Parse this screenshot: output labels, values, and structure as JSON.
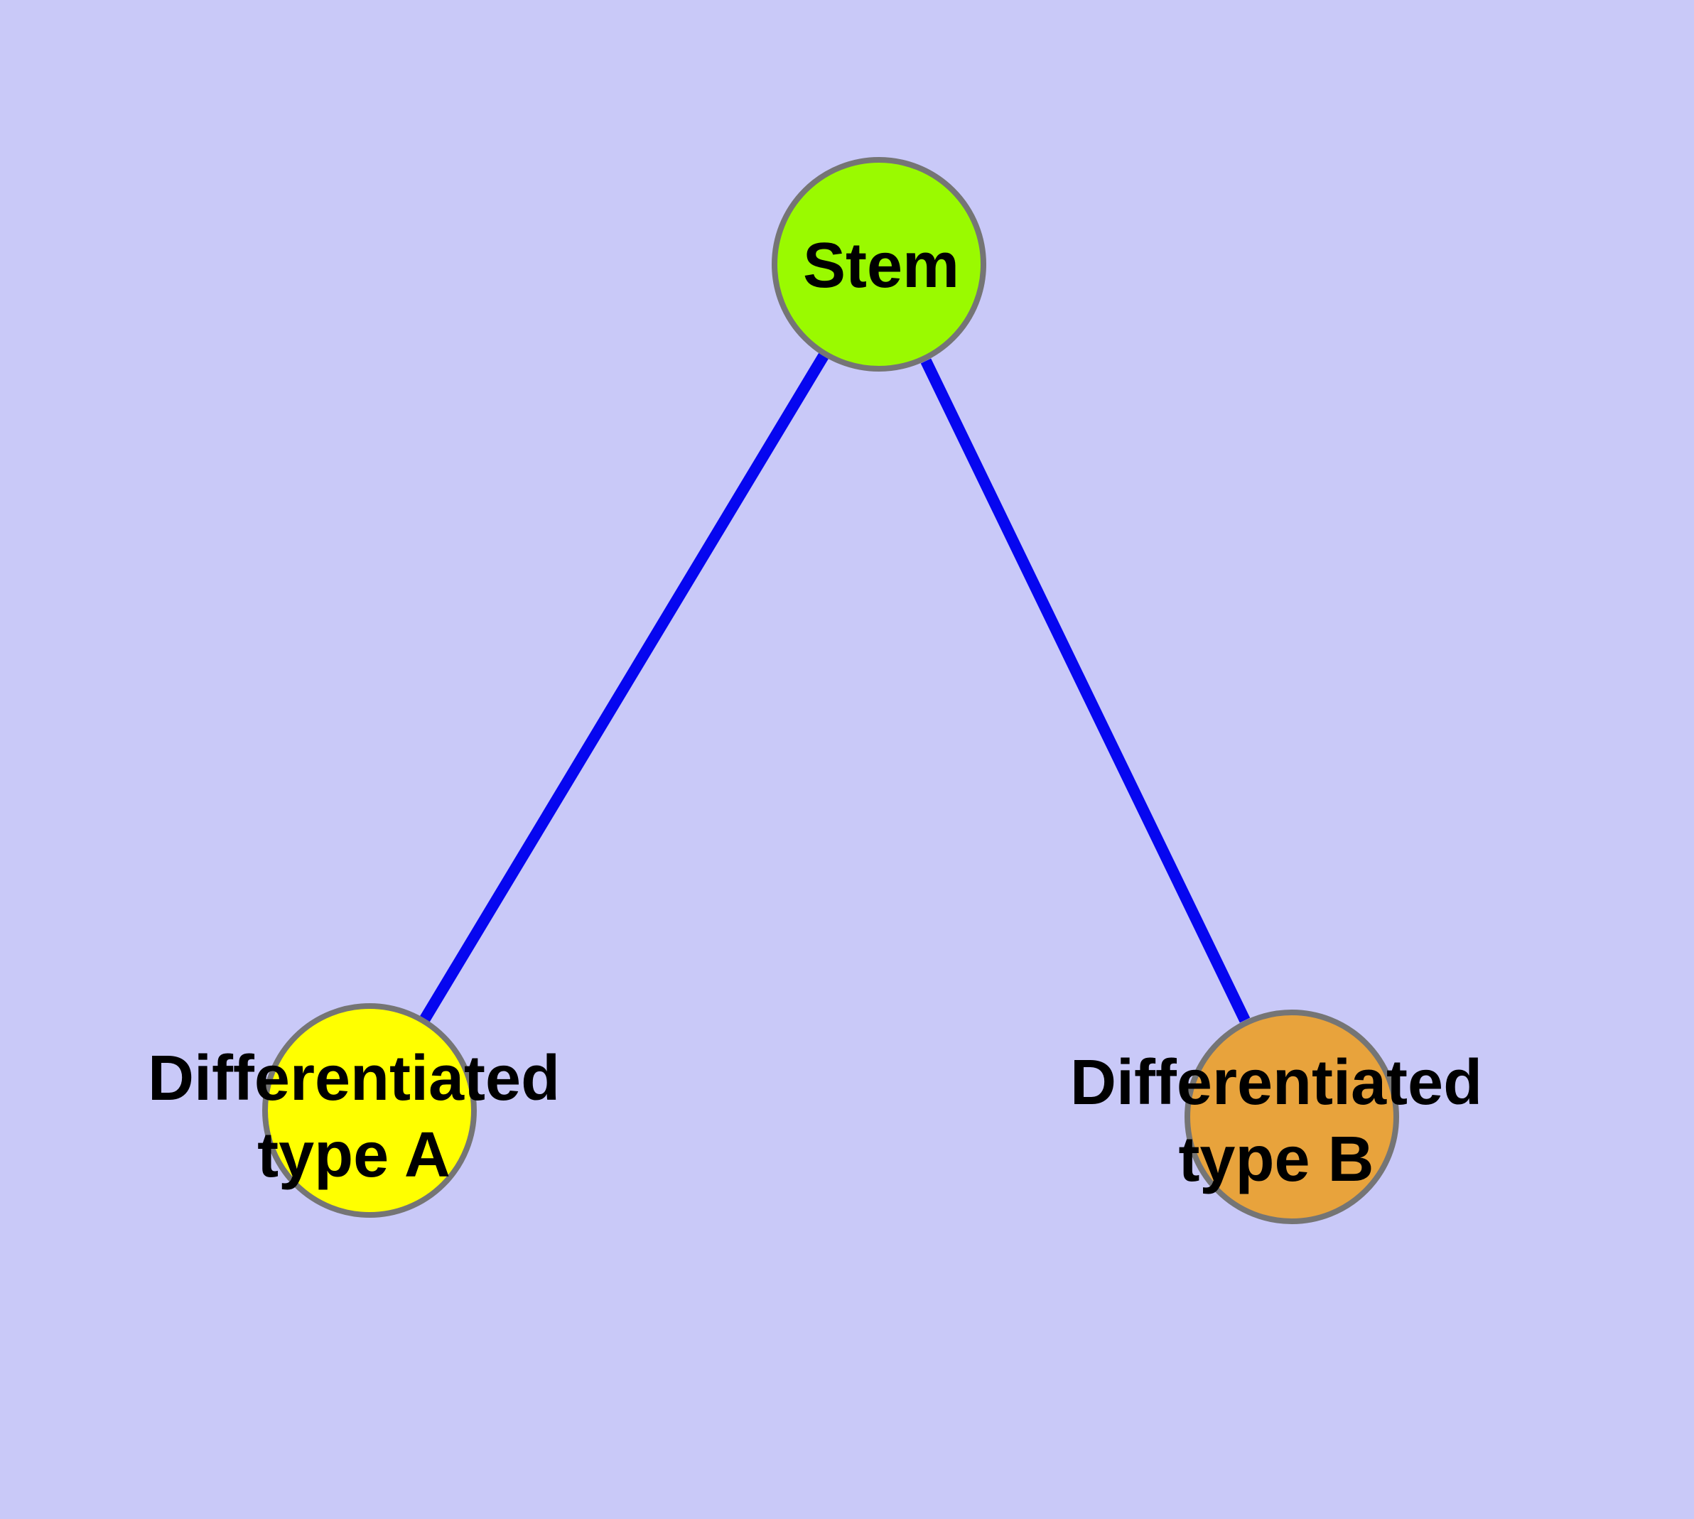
{
  "diagram": {
    "background_color": "#C9C9F8",
    "edge_color": "#0606F0",
    "node_border_color": "#757575",
    "label_color": "#000000",
    "nodes": [
      {
        "id": "stem",
        "label": "Stem",
        "fill": "#9AFA00"
      },
      {
        "id": "type-a",
        "label": "Differentiated\ntype A",
        "fill": "#FFFF00"
      },
      {
        "id": "type-b",
        "label": "Differentiated\ntype B",
        "fill": "#E8A33C"
      }
    ],
    "edges": [
      {
        "from": "stem",
        "to": "type-a"
      },
      {
        "from": "stem",
        "to": "type-b"
      }
    ]
  }
}
